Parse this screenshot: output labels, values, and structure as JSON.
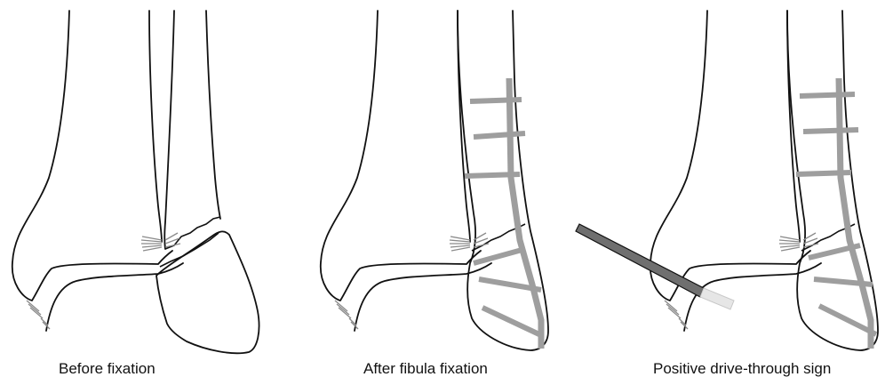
{
  "panels": [
    {
      "id": "before",
      "label": "Before fixation"
    },
    {
      "id": "after",
      "label": "After fibula fixation"
    },
    {
      "id": "positive",
      "label": "Positive drive-through sign"
    }
  ],
  "colors": {
    "line": "#111111",
    "hardware": "#9e9e9e",
    "instrument": "#6f6f6f",
    "instrument_tip": "#e6e6e6"
  }
}
